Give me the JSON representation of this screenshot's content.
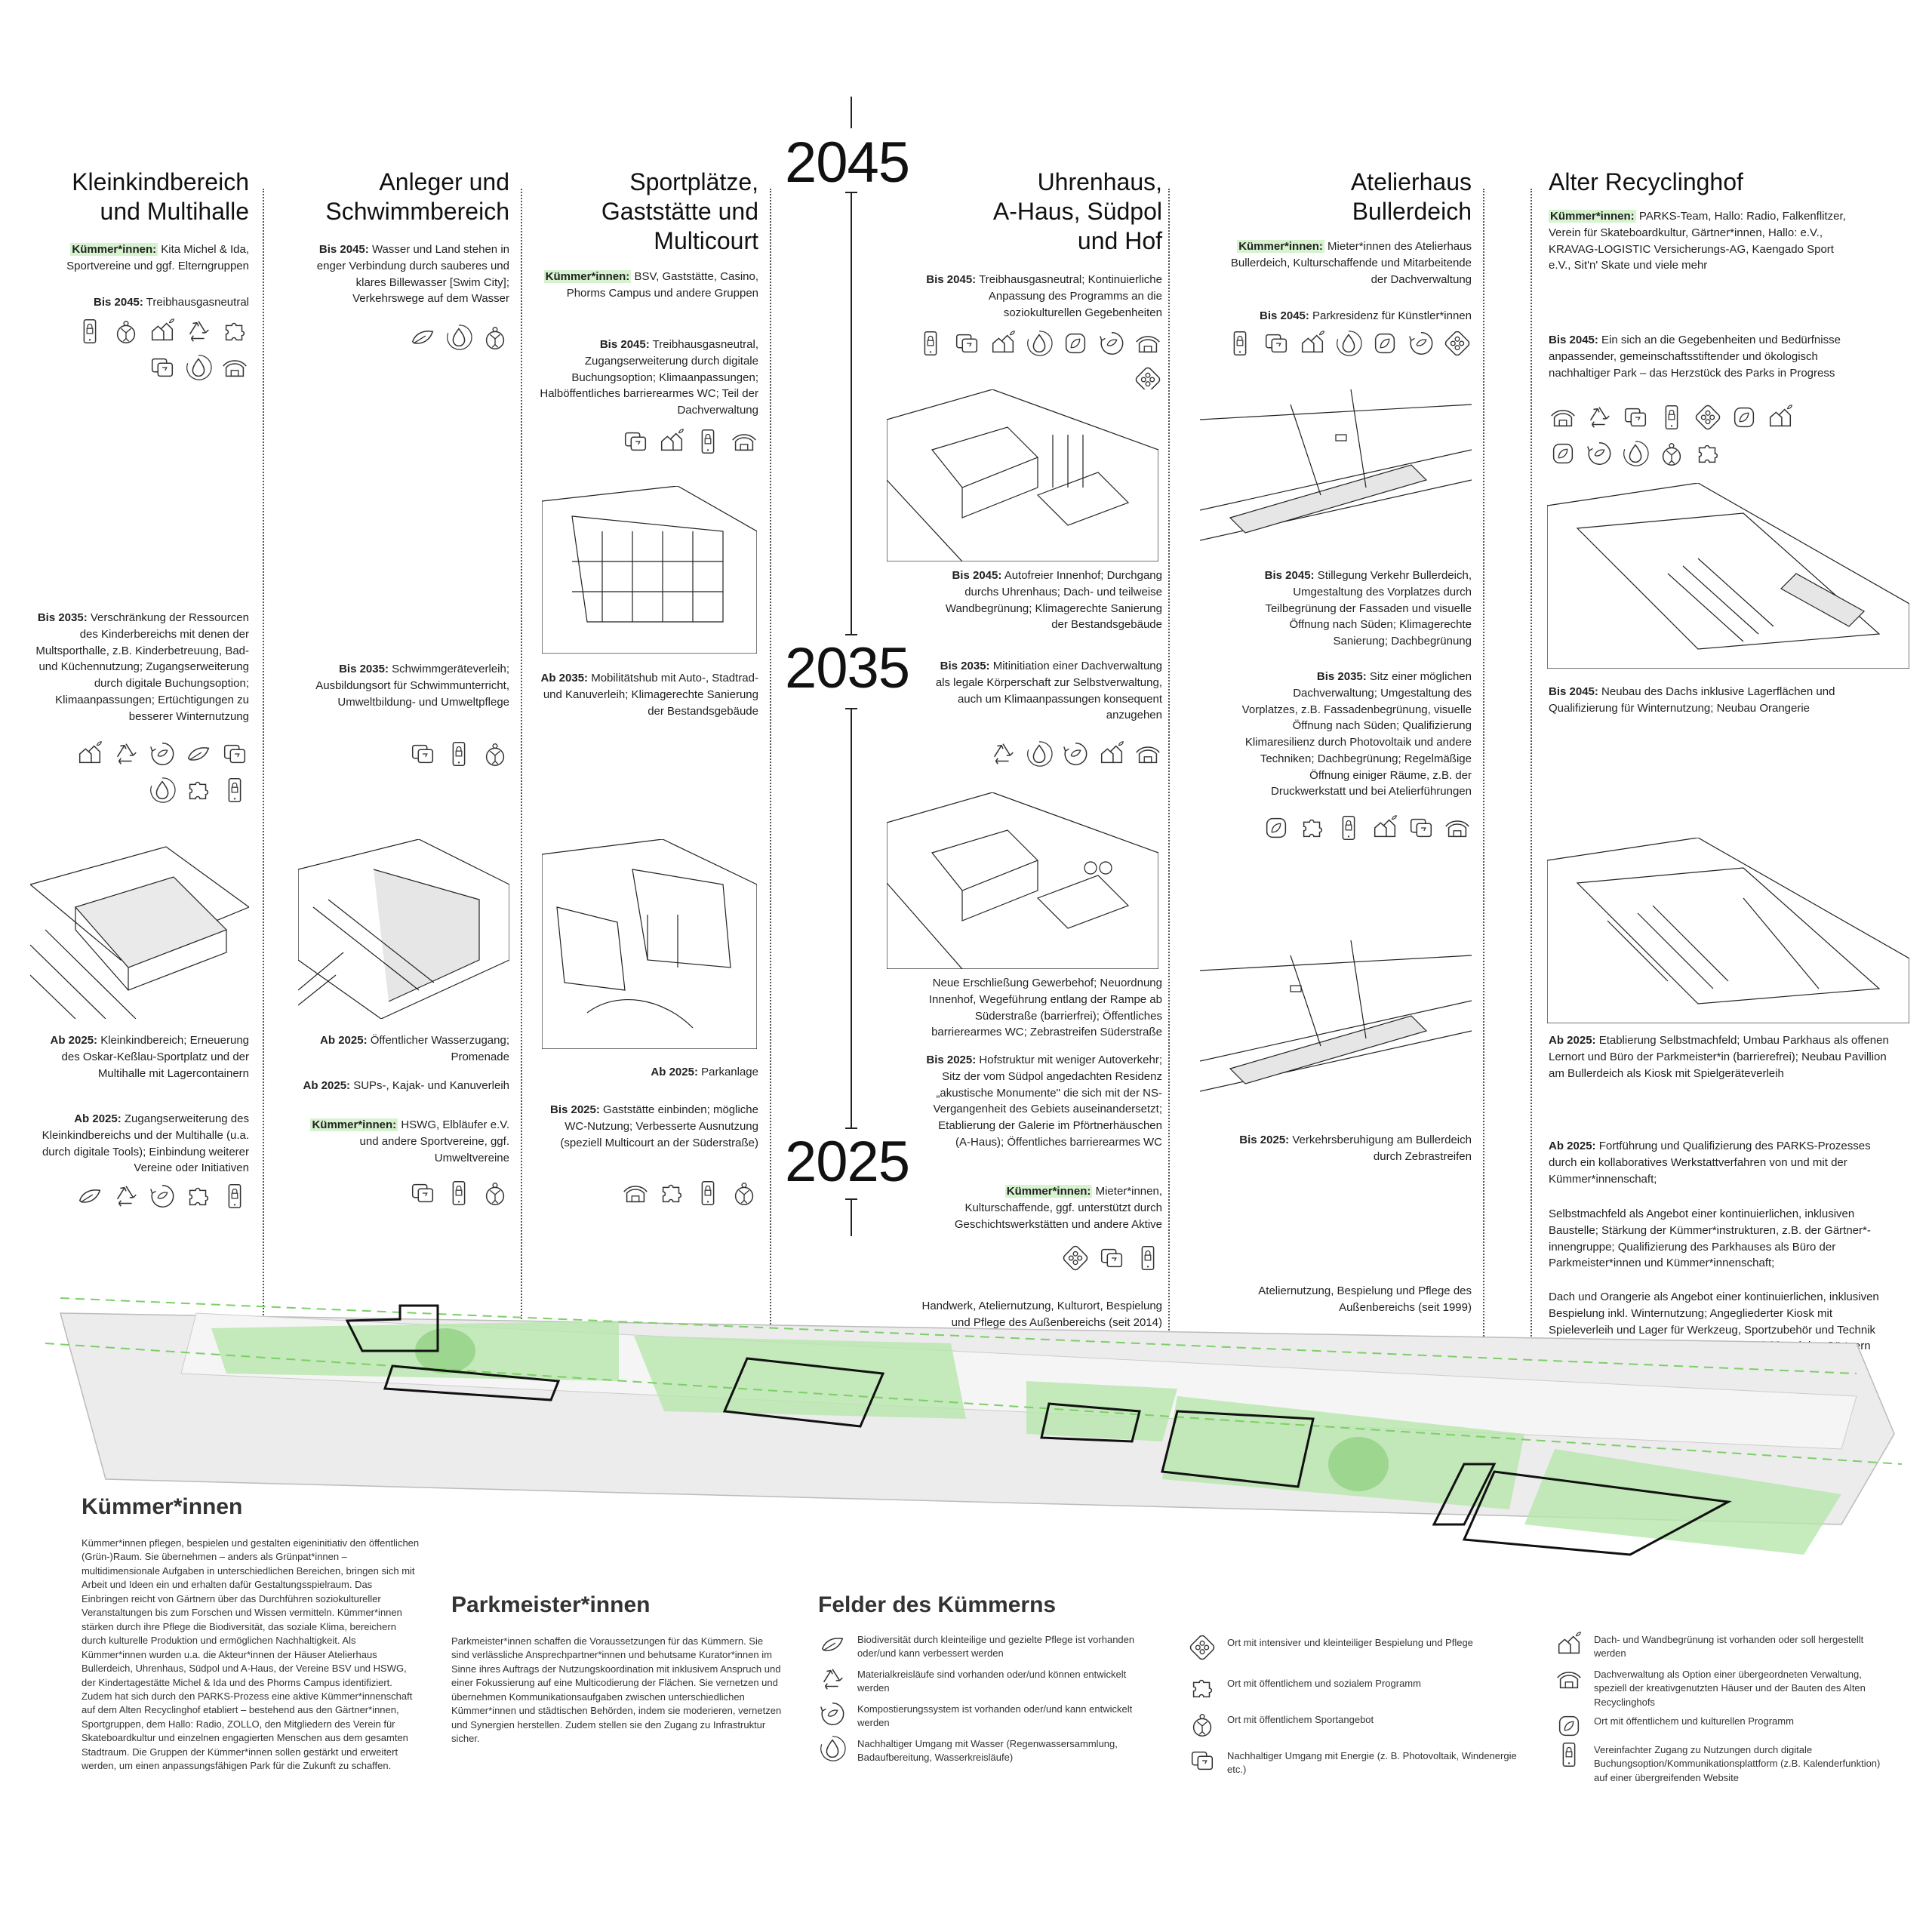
{
  "years": {
    "y2045": "2045",
    "y2035": "2035",
    "y2025": "2025"
  },
  "columns": {
    "c1": {
      "title": [
        "Kleinkindbereich",
        "und Multihalle"
      ],
      "kuemmerer_label": "Kümmer*innen:",
      "kuemmerer_text": "Kita Michel & Ida, Sportvereine und ggf. Elterngruppen",
      "b2045_label": "Bis 2045:",
      "b2045_text": "Treibhausgasneutral",
      "b2035_label": "Bis 2035:",
      "b2035_text": "Verschränkung der Ressourcen des Kinderbereichs mit denen der Multsporthalle, z.B. Kinderbetreuung, Bad- und Küchennutzung; Zugangserweiterung durch digitale Buchungsoption; Klimaanpassungen; Ertüchtigungen zu besserer Winternutzung",
      "a2025a_label": "Ab 2025:",
      "a2025a_text": "Kleinkindbereich; Erneuerung des Oskar-Keßlau-Sportplatz und der Multihalle mit Lagercontainern",
      "a2025b_label": "Ab 2025:",
      "a2025b_text": "Zugangserweiterung des Kleinkindbereichs und der Multihalle (u.a. durch digitale Tools); Einbindung weiterer Vereine oder Initiativen"
    },
    "c2": {
      "title": [
        "Anleger und",
        "Schwimmbereich"
      ],
      "b2045_label": "Bis 2045:",
      "b2045_text": "Wasser und Land stehen in enger Verbindung durch sauberes und klares Billewasser [Swim City]; Verkehrswege auf dem Wasser",
      "b2035_label": "Bis 2035:",
      "b2035_text": "Schwimmgeräteverleih; Ausbildungsort für Schwimmunterricht, Umweltbildung- und Umweltpflege",
      "a2025a_label": "Ab 2025:",
      "a2025a_text": "Öffentlicher Wasserzugang; Promenade",
      "a2025b_label": "Ab 2025:",
      "a2025b_text": "SUPs-, Kajak- und Kanuverleih",
      "kuemmerer_label": "Kümmer*innen:",
      "kuemmerer_text": "HSWG, Elbläufer e.V. und andere Sportvereine, ggf. Umweltvereine"
    },
    "c3": {
      "title": [
        "Sportplätze,",
        "Gaststätte und",
        "Multicourt"
      ],
      "kuemmerer_label": "Kümmer*innen:",
      "kuemmerer_text": "BSV, Gaststätte, Casino, Phorms Campus und andere Gruppen",
      "b2045_label": "Bis 2045:",
      "b2045_text": "Treibhausgasneutral, Zugangserweiterung durch digitale Buchungsoption; Klimaanpassungen; Halböffentliches barrierearmes WC; Teil der Dachverwaltung",
      "a2035_label": "Ab 2035:",
      "a2035_text": "Mobilitätshub mit Auto-, Stadtrad- und Kanuverleih; Klimagerechte Sanierung der Bestandsgebäude",
      "a2025a_label": "Ab 2025:",
      "a2025a_text": "Parkanlage",
      "b2025_label": "Bis 2025:",
      "b2025_text": "Gaststätte einbinden; mögliche WC-Nutzung; Verbesserte Ausnutzung (speziell Multicourt an der Süderstraße)"
    },
    "c4": {
      "title": [
        "Uhrenhaus,",
        "A-Haus, Südpol",
        "und Hof"
      ],
      "b2045a_label": "Bis 2045:",
      "b2045a_text": "Treibhausgasneutral; Kontinuierliche Anpassung des Programms an die soziokulturellen Gegebenheiten",
      "b2045b_label": "Bis 2045:",
      "b2045b_text": "Autofreier Innenhof; Durchgang durchs Uhrenhaus; Dach- und teilweise Wandbegrünung; Klimagerechte Sanierung der Bestandsgebäude",
      "b2035_label": "Bis 2035:",
      "b2035_text": "Mitinitiation einer Dachverwaltung als legale Körperschaft zur Selbstverwaltung, auch um Klimaanpassungen konsequent anzugehen",
      "neu_text": "Neue Erschließung Gewerbehof; Neuordnung Innenhof, Wegeführung entlang der Rampe ab Süderstraße (barrierfrei); Öffentliches barrierearmes WC; Zebrastreifen Süderstraße",
      "b2025_label": "Bis 2025:",
      "b2025_text": "Hofstruktur mit weniger Autoverkehr; Sitz der vom Südpol angedachten Residenz „akustische Monumente\" die sich mit der NS-Vergangenheit des Gebiets auseinandersetzt; Etablierung der Galerie im Pförtnerhäuschen (A-Haus); Öffentliches barrierearmes WC",
      "kuemmerer_label": "Kümmer*innen:",
      "kuemmerer_text": "Mieter*innen, Kulturschaffende, ggf. unterstützt durch Geschichtswerkstätten und andere Aktive",
      "base_text": "Handwerk, Ateliernutzung, Kulturort, Bespielung und Pflege des Außenbereichs (seit 2014)"
    },
    "c5": {
      "title": [
        "Atelierhaus",
        "Bullerdeich"
      ],
      "kuemmerer_label": "Kümmer*innen:",
      "kuemmerer_text": "Mieter*innen des Atelierhaus Bullerdeich, Kulturschaffende und Mitarbeitende der Dachverwaltung",
      "b2045a_label": "Bis 2045:",
      "b2045a_text": "Parkresidenz für Künstler*innen",
      "b2045b_label": "Bis 2045:",
      "b2045b_text": "Stillegung Verkehr Bullerdeich, Umgestaltung des Vorplatzes durch Teilbegrünung der Fassaden und visuelle Öffnung nach Süden; Klimagerechte Sanierung; Dachbegrünung",
      "b2035_label": "Bis 2035:",
      "b2035_text": "Sitz einer möglichen Dachverwaltung; Umgestaltung des Vorplatzes, z.B. Fassadenbegrünung, visuelle Öffnung nach Süden; Qualifizierung Klimaresilienz durch Photovoltaik und andere Techniken; Dachbegrünung; Regelmäßige Öffnung einiger Räume, z.B. der Druckwerkstatt und bei Atelierführungen",
      "b2025_label": "Bis 2025:",
      "b2025_text": "Verkehrsberuhigung am Bullerdeich durch Zebrastreifen",
      "base_text": "Ateliernutzung, Bespielung und Pflege des Außenbereichs (seit 1999)"
    },
    "c6": {
      "title": [
        "Alter Recyclinghof"
      ],
      "kuemmerer_label": "Kümmer*innen:",
      "kuemmerer_text": "PARKS-Team, Hallo: Radio, Falkenflitzer, Verein für Skateboardkultur, Gärtner*innen, Hallo: e.V., KRAVAG-LOGISTIC Versicherungs-AG, Kaengado Sport e.V., Sit'n' Skate und viele mehr",
      "b2045a_label": "Bis 2045:",
      "b2045a_text": "Ein sich an die Gegebenheiten und Bedürfnisse anpassender, gemeinschaftsstiftender und ökologisch nachhaltiger Park – das Herzstück des Parks in Progress",
      "b2045b_label": "Bis 2045:",
      "b2045b_text": "Neubau des Dachs inklusive Lagerflächen und Qualifizierung für Winternutzung; Neubau Orangerie",
      "a2025a_label": "Ab 2025:",
      "a2025a_text": "Etablierung Selbstmachfeld; Umbau Parkhaus als offenen Lernort und Büro der Parkmeister*in (barrierefrei); Neubau Pavillion am Bullerdeich als Kiosk mit Spielgeräteverleih",
      "a2025b_label": "Ab 2025:",
      "a2025b_text": "Fortführung und Qualifizierung des PARKS-Prozesses durch ein kollaboratives Werkstattverfahren von und mit der Kümmer*innenschaft;",
      "p2": "Selbstmachfeld als Angebot einer kontinuierlichen, inklusiven Baustelle; Stärkung der Kümmer*instrukturen, z.B. der Gärtner*-innengruppe; Qualifizierung des Parkhauses als Büro der Parkmeister*innen und Kümmer*innenschaft;",
      "p3": "Dach und Orangerie als Angebot einer kontinuierlichen, inklusiven Bespielung inkl. Winternutzung; Angegliederter Kiosk mit Spieleverleih und Lager für Werkzeug, Sportzubehör und Technik sowie kleine Werkstatt für das Selbstmachfeld und das Gärtnern"
    }
  },
  "legend": {
    "k_title": "Kümmer*innen",
    "k_text": "Kümmer*innen pflegen, bespielen und gestalten eigeninitiativ den öffentlichen (Grün-)Raum. Sie übernehmen – anders als Grünpat*innen – multidimensionale Aufgaben in unterschiedlichen Bereichen, bringen sich mit Arbeit und Ideen ein und erhalten dafür Gestaltungsspielraum. Das Einbringen reicht von Gärtnern über das Durchführen soziokultureller Veranstaltungen bis zum Forschen und Wissen vermitteln. Kümmer*innen stärken durch ihre Pflege die Biodiversität, das soziale Klima, bereichern durch kulturelle Produktion und ermöglichen Nachhaltigkeit. Als Kümmer*innen wurden u.a. die Akteur*innen der Häuser Atelierhaus Bullerdeich, Uhrenhaus, Südpol und A-Haus, der Vereine BSV und HSWG, der Kindertagestätte Michel & Ida und des Phorms Campus identifiziert. Zudem hat sich durch den PARKS-Prozess eine aktive Kümmer*innenschaft auf dem Alten Recyclinghof etabliert – bestehend aus den Gärtner*innen, Sportgruppen, dem Hallo: Radio, ZOLLO, den Mitgliedern des Verein für Skateboardkultur und einzelnen engagierten Menschen aus dem gesamten Stadtraum. Die Gruppen der Kümmer*innen sollen gestärkt und erweitert werden, um einen anpassungsfähigen Park für die Zukunft zu schaffen.",
    "p_title": "Parkmeister*innen",
    "p_text": "Parkmeister*innen schaffen die Voraussetzungen für das Kümmern. Sie sind verlässliche Ansprechpartner*innen und behutsame Kurator*innen im Sinne ihres Auftrags der Nutzungskoordination mit inklusivem Anspruch und einer Fokussierung auf eine Multicodierung der Flächen. Sie vernetzen und übernehmen Kommunikationsaufgaben zwischen unterschiedlichen Kümmer*innen und städtischen Behörden, indem sie moderieren, vernetzen und Synergien herstellen. Zudem stellen sie den Zugang zu Infrastruktur sicher.",
    "f_title": "Felder des Kümmerns",
    "items": [
      "Biodiversität durch kleinteilige und gezielte Pflege ist vorhanden oder/und kann verbessert werden",
      "Materialkreisläufe sind vorhanden oder/und können entwickelt werden",
      "Kompostierungssystem ist vorhanden oder/und kann entwickelt werden",
      "Nachhaltiger Umgang mit Wasser (Regenwassersammlung, Badaufbereitung, Wasserkreisläufe)",
      "Ort mit intensiver und kleinteiliger Bespielung und Pflege",
      "Ort mit öffentlichem und sozialem Programm",
      "Ort mit öffentlichem Sportangebot",
      "Nachhaltiger Umgang mit Energie (z. B. Photovoltaik, Windenergie etc.)",
      "Dach- und Wandbegrünung ist vorhanden oder soll hergestellt werden",
      "Dachverwaltung als Option einer übergeordneten Verwaltung, speziell der kreativgenutzten Häuser und der Bauten des Alten Recyclinghofs",
      "Ort mit öffentlichem und kulturellen Programm",
      "Vereinfachter Zugang zu Nutzungen durch digitale Buchungsoption/Kommunikationsplattform (z.B. Kalenderfunktion) auf einer übergreifenden Website"
    ]
  },
  "colors": {
    "green": "#b8e6ad",
    "highlight": "#d6f2cf",
    "line": "#222222"
  }
}
